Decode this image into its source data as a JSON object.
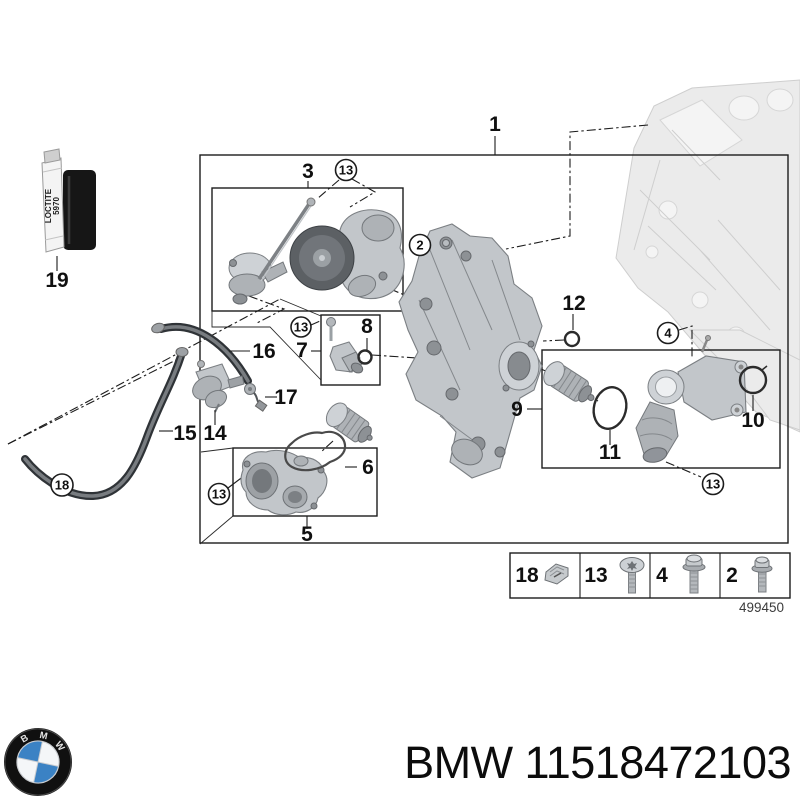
{
  "drawing": {
    "number": "499450",
    "tube": {
      "brand": "LOCTITE",
      "product": "5970"
    },
    "labels": {
      "n1": "1",
      "n2": "2",
      "n3": "3",
      "n4": "4",
      "n5": "5",
      "n6": "6",
      "n7": "7",
      "n8": "8",
      "n9": "9",
      "n10": "10",
      "n11": "11",
      "n12": "12",
      "n13": "13",
      "n14": "14",
      "n15": "15",
      "n16": "16",
      "n17": "17",
      "n18": "18",
      "n19": "19"
    },
    "legend": {
      "items": [
        {
          "label": "18",
          "icon": "clip-icon"
        },
        {
          "label": "13",
          "icon": "torx-screw-icon"
        },
        {
          "label": "4",
          "icon": "flange-bolt-icon"
        },
        {
          "label": "2",
          "icon": "flange-bolt-icon"
        }
      ]
    }
  },
  "footer": {
    "logo_letters": "BMW",
    "part_label": "BMW 11518472103",
    "bmw_blue": "#3b82c4"
  }
}
